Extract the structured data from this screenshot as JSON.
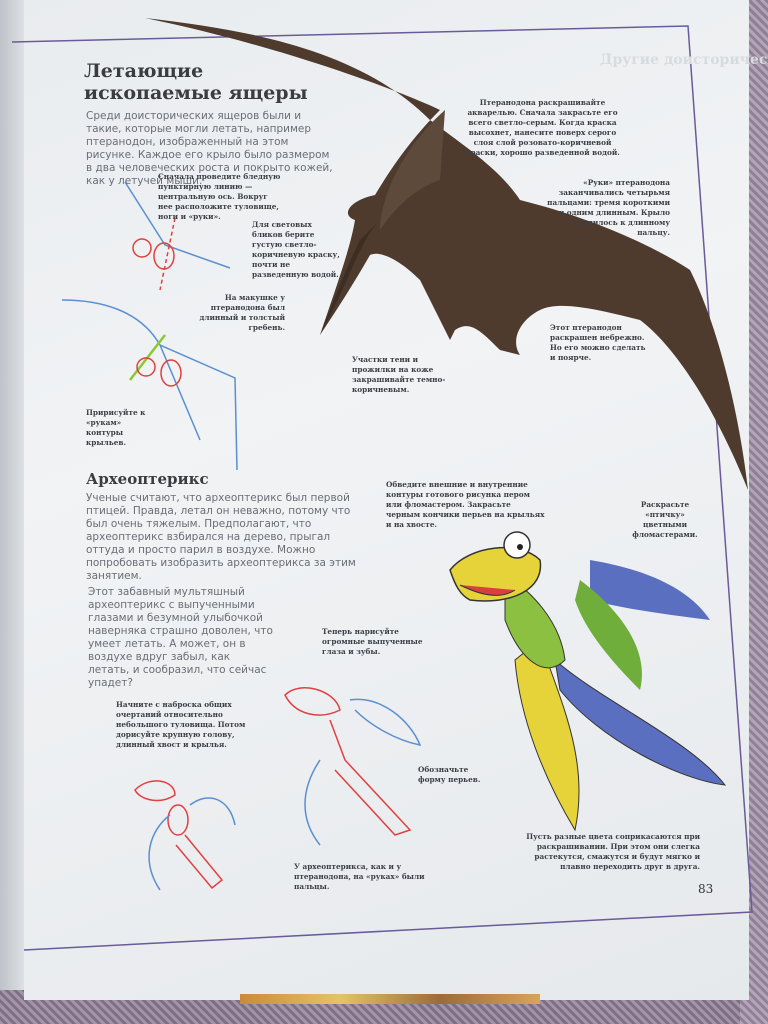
{
  "page": {
    "number": "83",
    "ghost_heading": "Другие доисторические",
    "section1": {
      "title_line1": "Летающие",
      "title_line2": "ископаемые ящеры",
      "intro": "Среди доисторических ящеров были и такие, которые могли летать, например птеранодон, изображенный на этом рисунке. Каждое его крыло было размером в два человеческих роста и покрыто кожей, как у летучей мыши.",
      "captions": [
        "Сначала проведите бледную пунктирную линию — центральную ось. Вокруг нее расположите туловище, ноги и «руки».",
        "Для световых бликов берите густую светло-коричневую краску, почти не разведенную водой.",
        "На макушке у птеранодона был длинный и толстый гребень.",
        "Пририсуйте к «рукам» контуры крыльев.",
        "Участки тени и прожилки на коже закрашивайте темно-коричневым.",
        "Птеранодона раскрашивайте акварелью. Сначала закрасьте его всего светло-серым. Когда краска высохнет, нанесите поверх серого слоя слой розовато-коричневой краски, хорошо разведенной водой.",
        "«Руки» птеранодона заканчивались четырьмя пальцами: тремя короткими и одним длинным. Крыло крепилось к длинному пальцу.",
        "Этот птеранодон раскрашен небрежно. Но его можно сделать и поярче."
      ]
    },
    "section2": {
      "title": "Археоптерикс",
      "intro": "Ученые считают, что археоптерикс был первой птицей. Правда, летал он неважно, потому что был очень тяжелым. Предполагают, что археоптерикс взбирался на дерево, прыгал оттуда и просто парил в воздухе. Можно попробовать изобразить археоптерикса за этим занятием.",
      "intro2": "Этот забавный мультяшный археоптерикс с выпученными глазами и безумной улыбочкой наверняка страшно доволен, что умеет летать. А может, он в воздухе вдруг забыл, как летать, и сообразил, что сейчас упадет?",
      "captions": [
        "Обведите внешние и внутренние контуры готового рисунка пером или фломастером. Закрасьте черным кончики перьев на крыльях и на хвосте.",
        "Раскрасьте «птичку» цветными фломастерами.",
        "Теперь нарисуйте огромные выпученные глаза и зубы.",
        "Начните с наброска общих очертаний относительно небольшого туловища. Потом дорисуйте крупную голову, длинный хвост и крылья.",
        "Обозначьте форму перьев.",
        "У археоптерикса, как и у птеранодона, на «руках» были пальцы.",
        "Пусть разные цвета соприкасаются при раскрашивании. При этом они слегка растекутся, смажутся и будут мягко и плавно переходить друг в друга."
      ]
    },
    "colors": {
      "frame": "#6b5a9a",
      "pterodon": "#4e3b2e",
      "bird_yellow": "#e6d33a",
      "bird_green": "#6fae3a",
      "bird_blue": "#5a6fc0"
    }
  }
}
